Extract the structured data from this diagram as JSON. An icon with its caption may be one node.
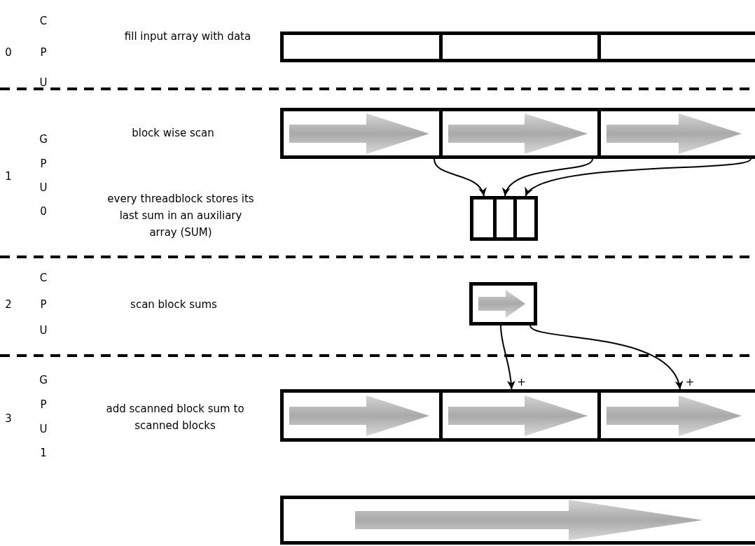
{
  "diagram": {
    "nodes": [
      {
        "text": [],
        "shape": "box"
      },
      {
        "text": [],
        "shape": "box"
      },
      {
        "text": [],
        "shape": "box"
      },
      {
        "text": [],
        "shape": "box"
      },
      {
        "text": [],
        "shape": "box"
      },
      {
        "text": [],
        "shape": "box"
      },
      {
        "text": [],
        "shape": "box"
      },
      {
        "text": [],
        "shape": "box"
      },
      {
        "text": [],
        "shape": "box"
      },
      {
        "text": [],
        "shape": "box"
      },
      {
        "text": [],
        "shape": "box"
      },
      {
        "text": [],
        "shape": "box"
      },
      {
        "text": [],
        "shape": "box"
      },
      {
        "text": [],
        "shape": "box"
      }
    ],
    "edges": [
      {
        "from": 3,
        "to": 6,
        "arrow": "to"
      },
      {
        "from": 4,
        "to": 7,
        "arrow": "to"
      },
      {
        "from": 5,
        "to": 8,
        "arrow": "to"
      },
      {
        "from": 9,
        "to": 11,
        "arrow": "to",
        "label": "+"
      },
      {
        "from": 9,
        "to": 12,
        "arrow": "to",
        "label": "+"
      }
    ],
    "labels": [
      "C",
      "0",
      "P",
      "fill input array with data",
      "U",
      "G",
      "block wise scan",
      "1",
      "P",
      "U",
      "0",
      "every threadblock stores its last sum in an auxiliary array (SUM)",
      "C",
      "2",
      "P",
      "scan block sums",
      "U",
      "G",
      "P",
      "3",
      "add scanned block sum to scanned blocks",
      "U",
      "1"
    ]
  }
}
